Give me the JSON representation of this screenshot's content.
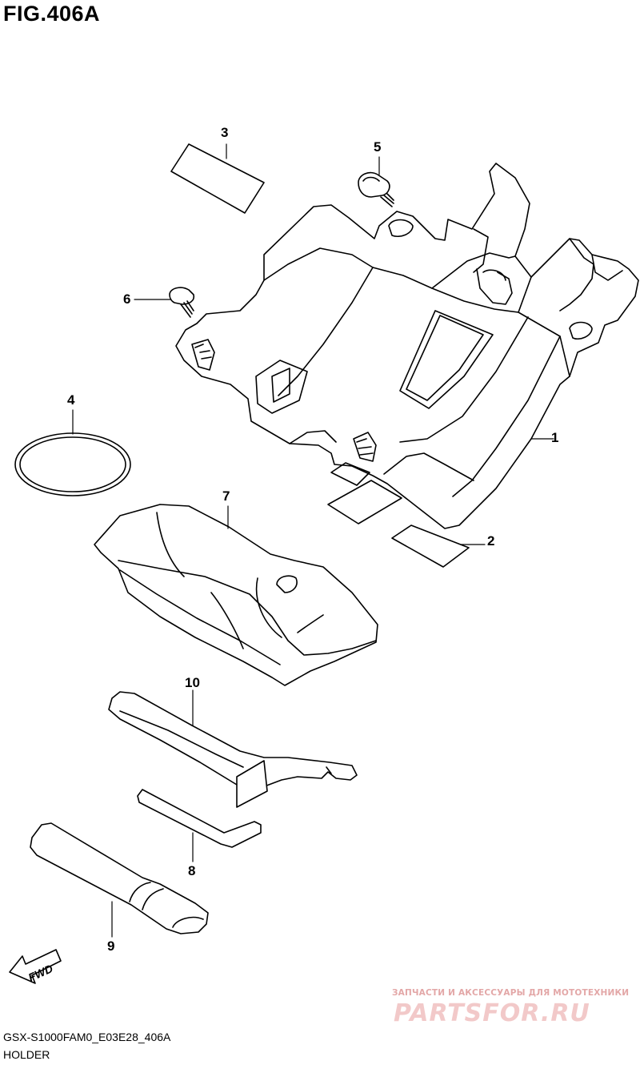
{
  "figure": {
    "title": "FIG.406A"
  },
  "callouts": [
    {
      "id": "1",
      "label": "1"
    },
    {
      "id": "2",
      "label": "2"
    },
    {
      "id": "3",
      "label": "3"
    },
    {
      "id": "4",
      "label": "4"
    },
    {
      "id": "5",
      "label": "5"
    },
    {
      "id": "6",
      "label": "6"
    },
    {
      "id": "7",
      "label": "7"
    },
    {
      "id": "8",
      "label": "8"
    },
    {
      "id": "9",
      "label": "9"
    },
    {
      "id": "10",
      "label": "10"
    }
  ],
  "direction_marker": {
    "label": "FWD"
  },
  "watermark": {
    "tagline": "ЗАПЧАСТИ И АКСЕССУАРЫ ДЛЯ МОТОТЕХНИКИ",
    "logo": "PARTSFOR.RU"
  },
  "footer": {
    "code": "GSX-S1000FAM0_E03E28_406A",
    "caption": "HOLDER"
  },
  "colors": {
    "line": "#000000",
    "watermark": "#e3a7a7"
  }
}
